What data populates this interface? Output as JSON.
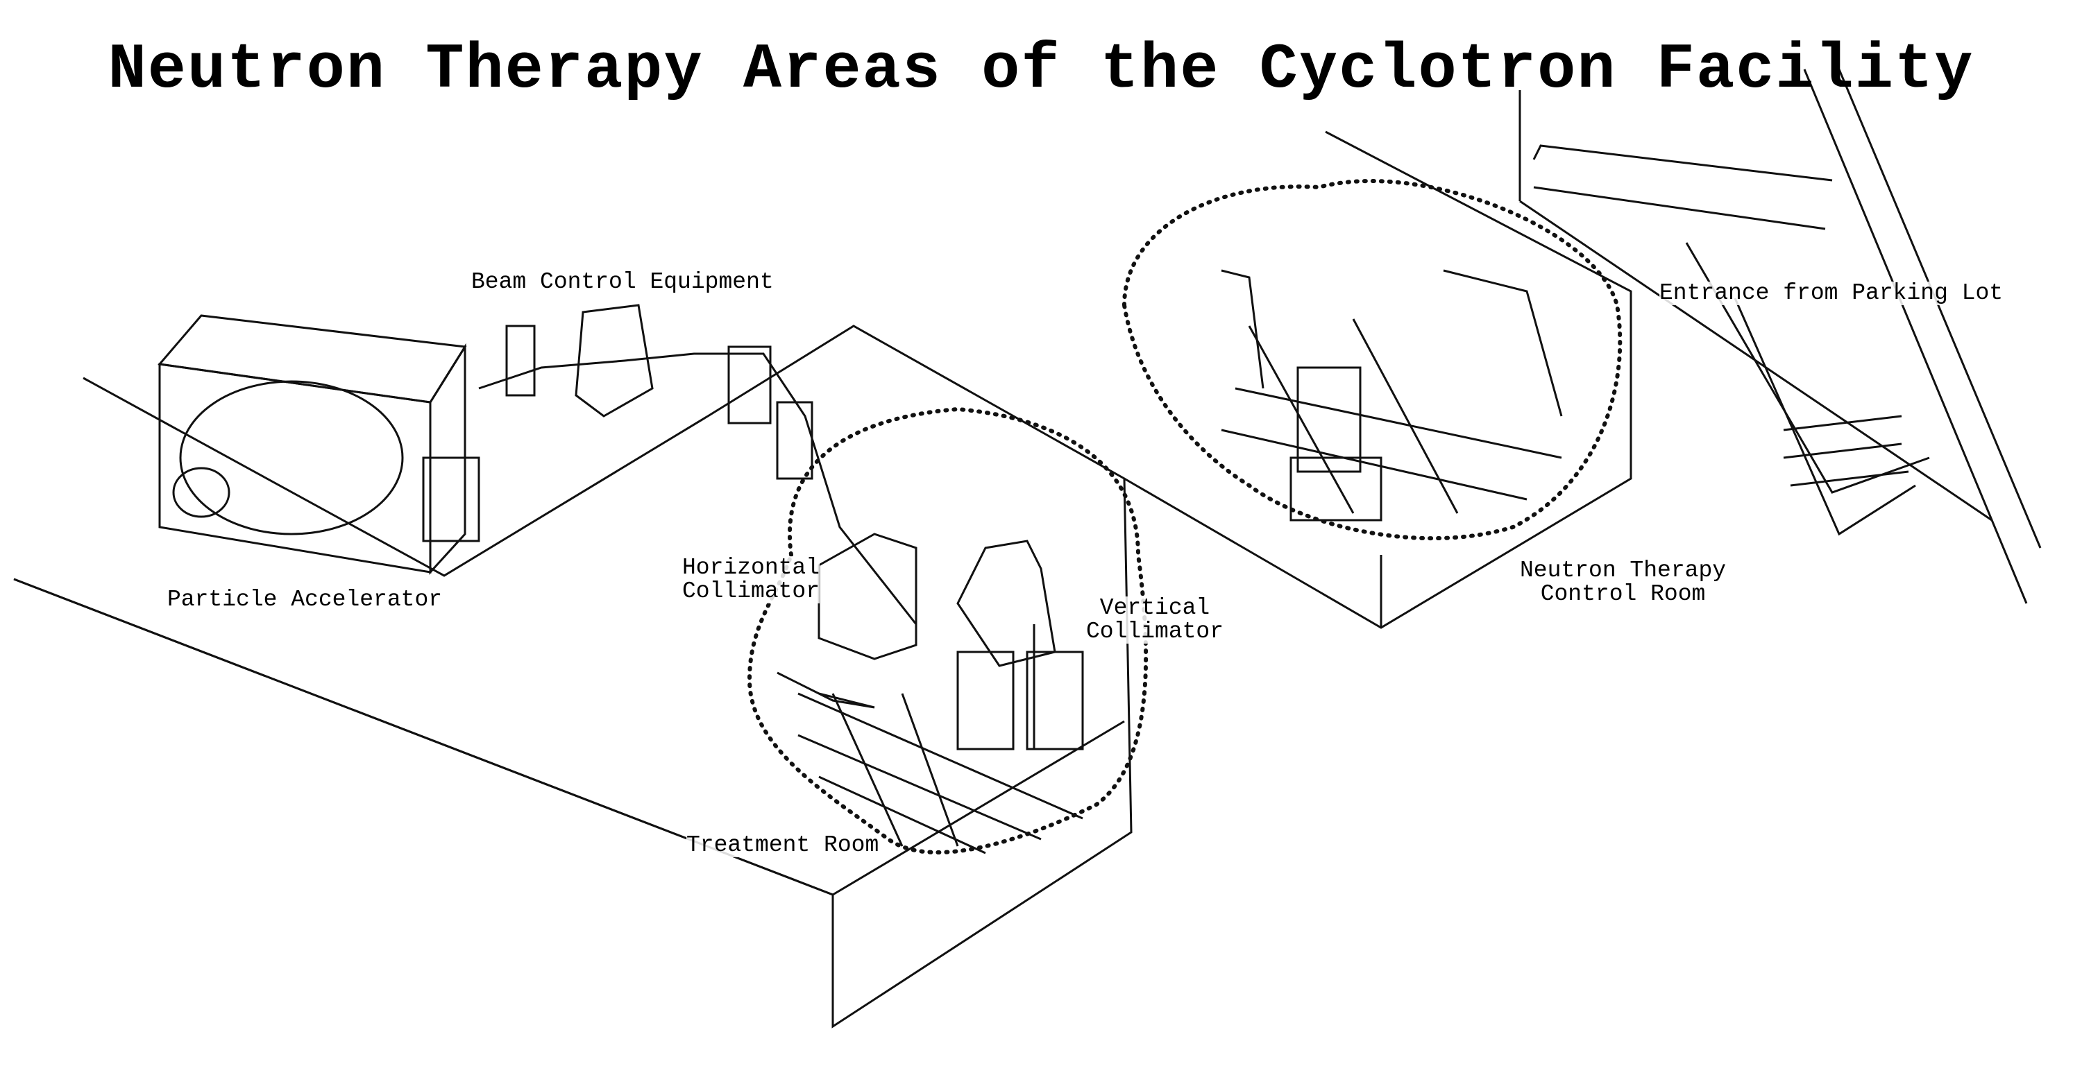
{
  "title": "Neutron Therapy Areas of the Cyclotron Facility",
  "labels": {
    "beam_control": "Beam Control Equipment",
    "entrance": "Entrance from Parking Lot",
    "particle_accelerator": "Particle Accelerator",
    "horizontal_collimator": "Horizontal\nCollimator",
    "vertical_collimator": "Vertical\nCollimator",
    "control_room": "Neutron Therapy\nControl Room",
    "treatment_room": "Treatment Room"
  }
}
